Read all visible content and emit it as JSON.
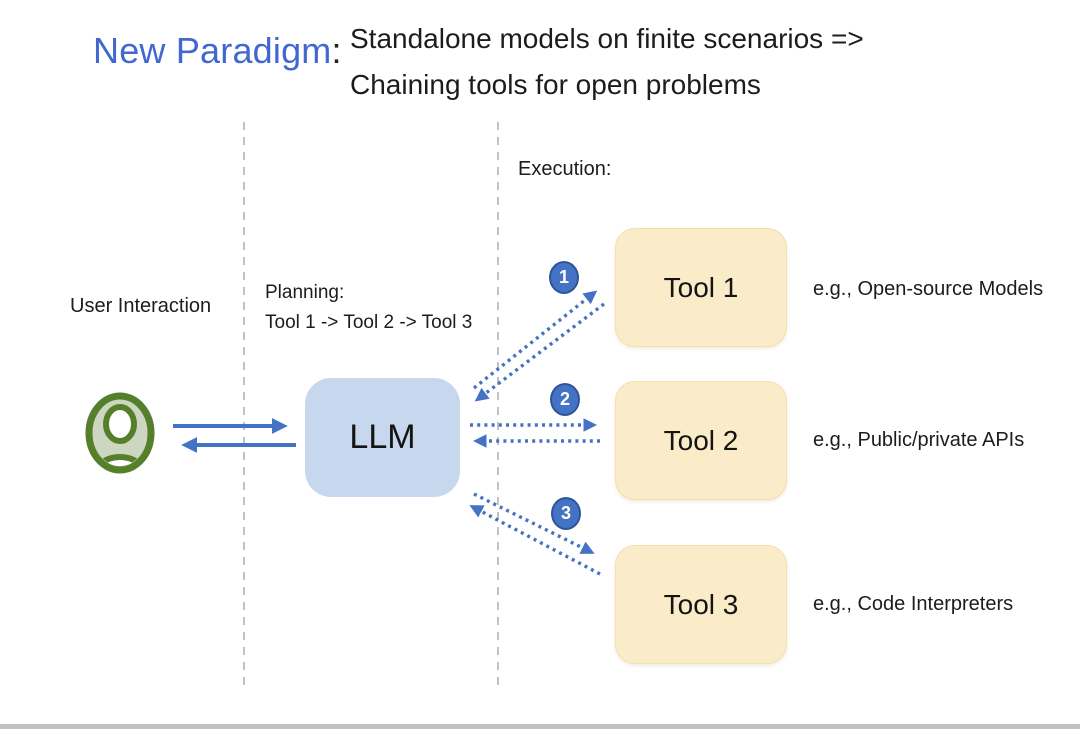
{
  "title": {
    "highlight": "New Paradigm",
    "colon": ":",
    "line1": "Standalone models on finite scenarios =>",
    "line2": "Chaining tools for open problems"
  },
  "sections": {
    "user_label": "User Interaction",
    "planning_label": "Planning:",
    "planning_detail": "Tool 1 -> Tool 2 -> Tool 3",
    "execution_label": "Execution:"
  },
  "llm": {
    "label": "LLM"
  },
  "tools": [
    {
      "label": "Tool 1",
      "badge": "1",
      "example": "e.g., Open-source Models"
    },
    {
      "label": "Tool 2",
      "badge": "2",
      "example": "e.g., Public/private APIs"
    },
    {
      "label": "Tool 3",
      "badge": "3",
      "example": "e.g., Code Interpreters"
    }
  ],
  "icons": {
    "user": "user-avatar-icon"
  },
  "colors": {
    "accent_blue": "#4472c4",
    "badge_border_blue": "#2f5597",
    "title_blue": "#4168d0",
    "llm_fill": "#c7d8ee",
    "tool_fill": "#faecc8",
    "icon_green": "#54802c",
    "icon_green_light": "#ccd6c0",
    "dashed_line_gray": "#b9bcbe",
    "bottom_bar_gray": "#c2c2c2",
    "text_black": "#1c1c1c"
  }
}
